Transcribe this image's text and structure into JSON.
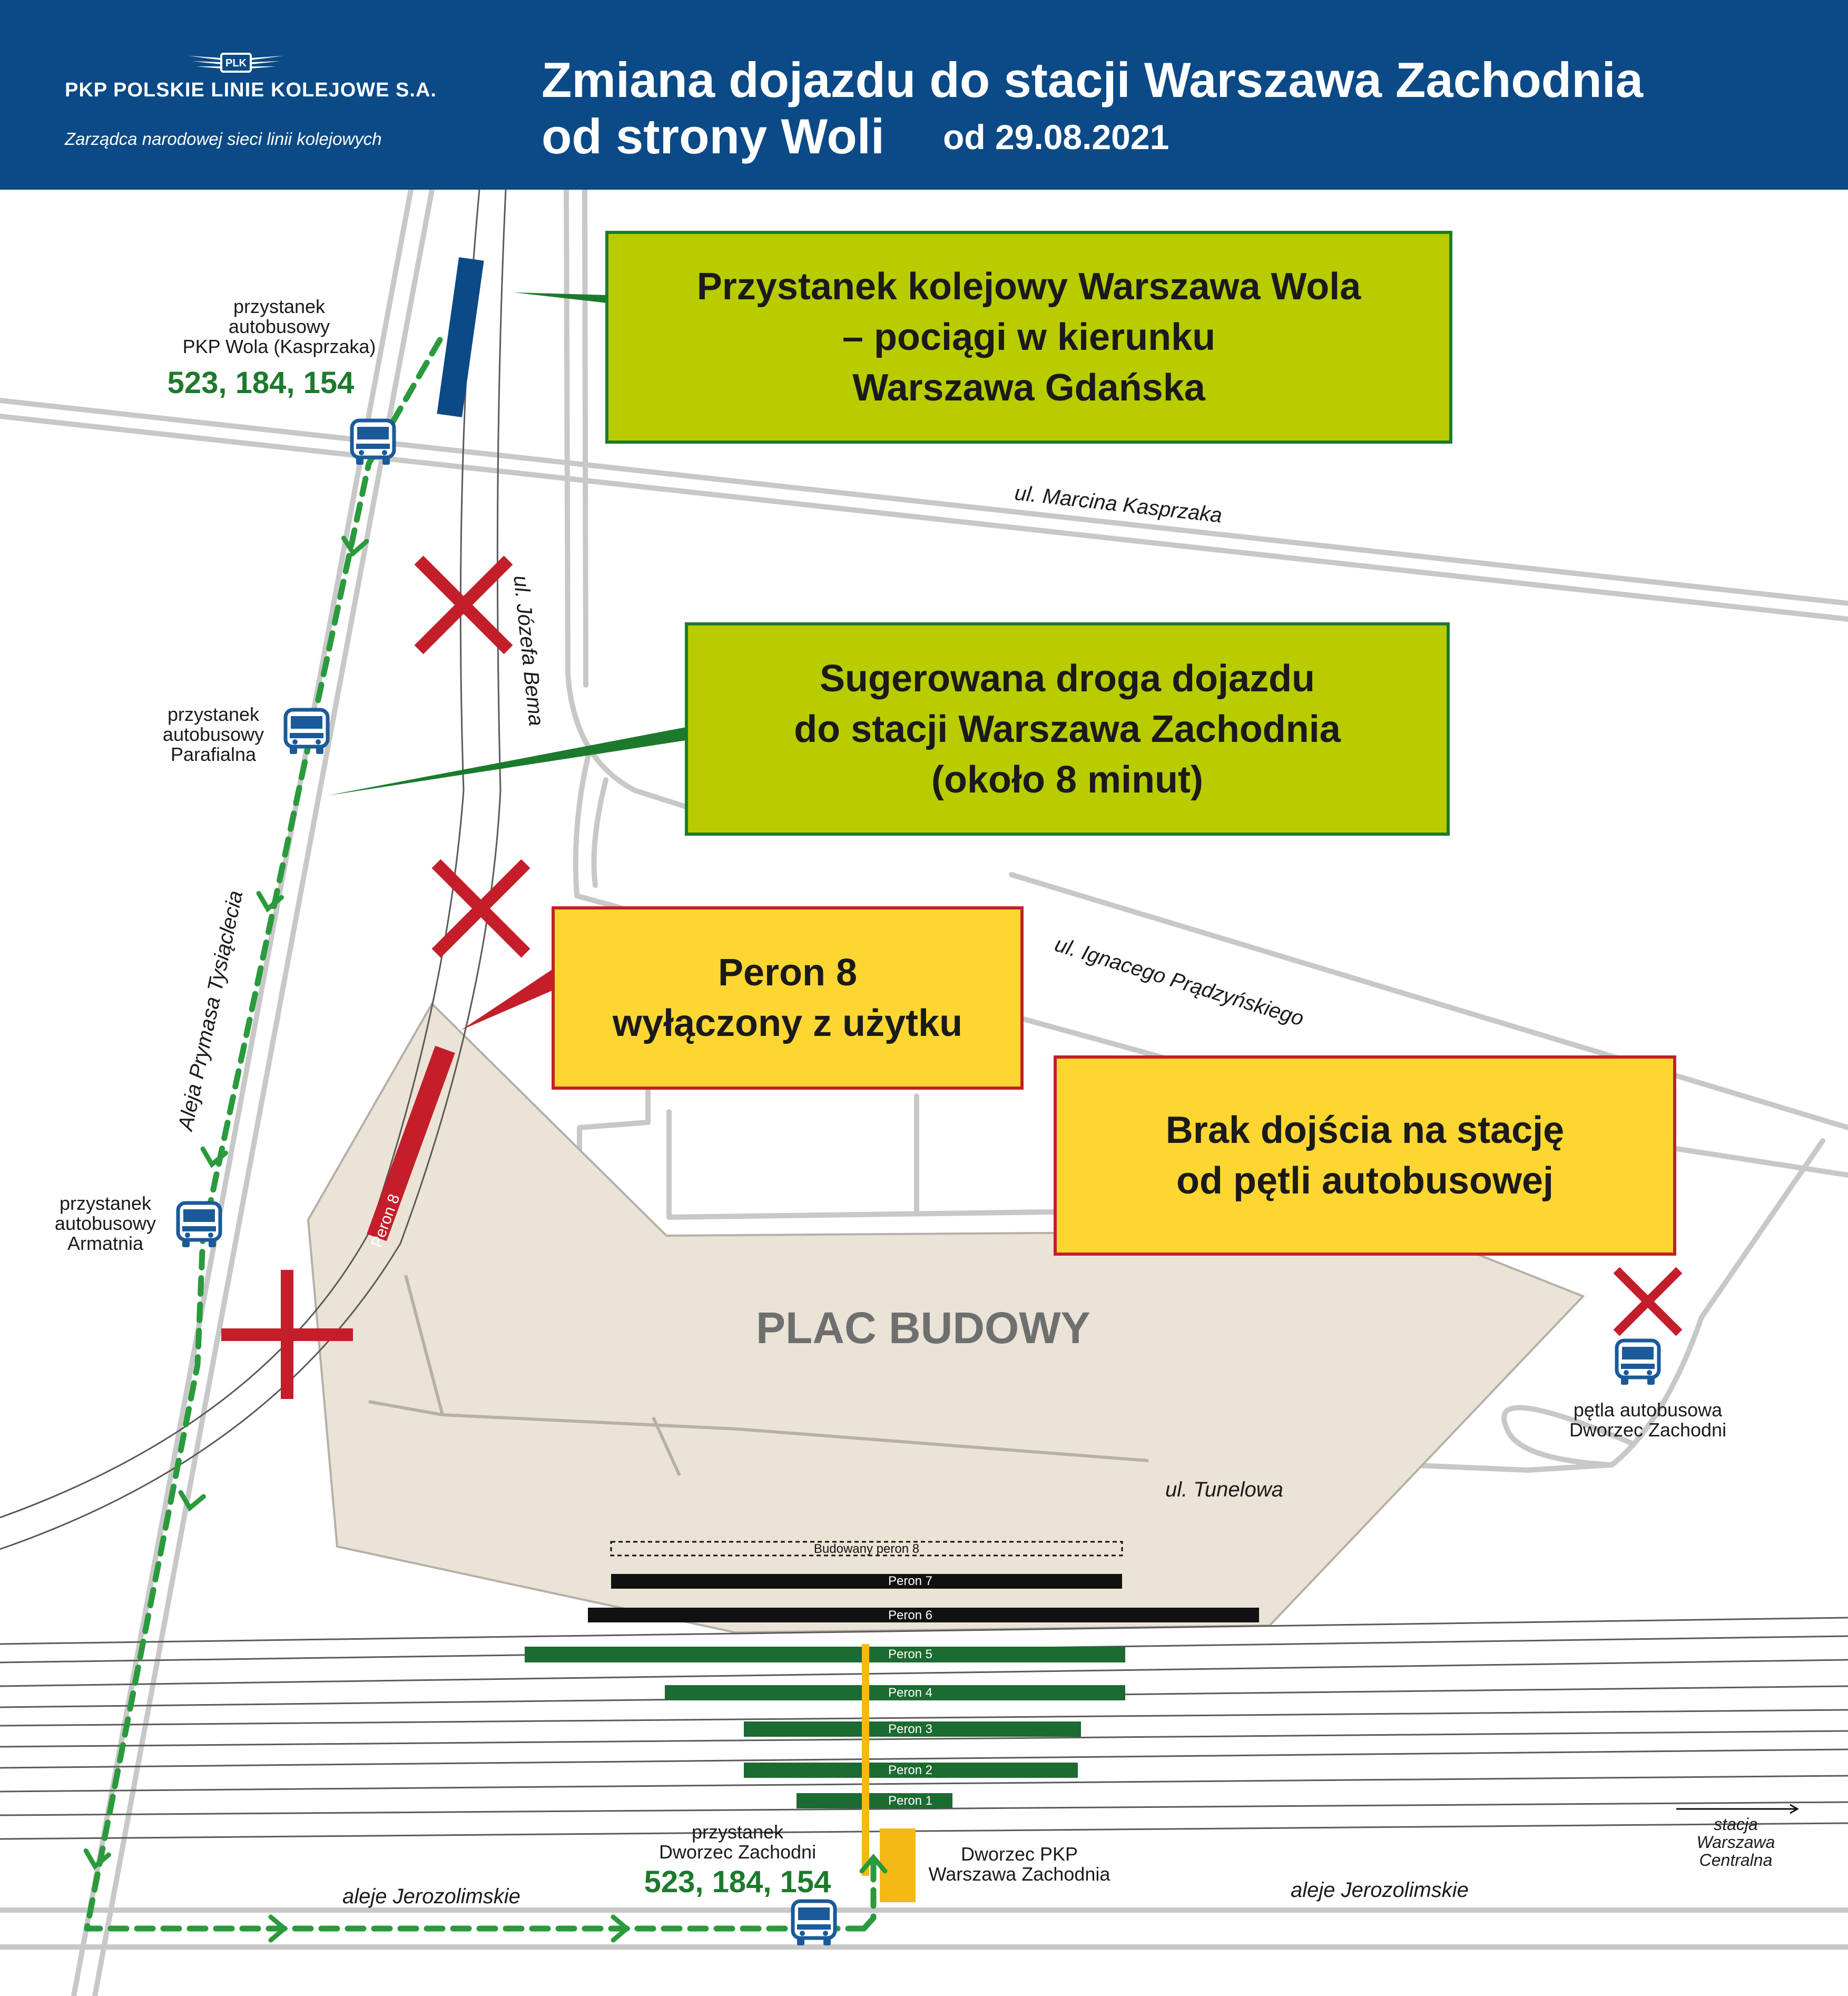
{
  "header": {
    "company": "PKP POLSKIE LINIE KOLEJOWE S.A.",
    "tagline": "Zarządca narodowej sieci linii kolejowych",
    "logo_text": "PLK",
    "title_line1": "Zmiana dojazdu do stacji Warszawa Zachodnia",
    "title_line2": "od strony Woli",
    "date": "od 29.08.2021"
  },
  "boxes": {
    "wola": [
      "Przystanek kolejowy Warszawa Wola",
      "– pociągi w kierunku",
      "Warszawa Gdańska"
    ],
    "route": [
      "Sugerowana droga dojazdu",
      "do stacji Warszawa Zachodnia",
      "(około 8 minut)"
    ],
    "peron8": [
      "Peron 8",
      "wyłączony z użytku"
    ],
    "no_path": [
      "Brak dojścia na stację",
      "od pętli autobusowej"
    ]
  },
  "stops": {
    "wola": {
      "label": [
        "przystanek",
        "autobusowy",
        "PKP Wola (Kasprzaka)"
      ],
      "lines": "523, 184, 154"
    },
    "parafialna": {
      "label": [
        "przystanek",
        "autobusowy",
        "Parafialna"
      ]
    },
    "armatnia": {
      "label": [
        "przystanek",
        "autobusowy",
        "Armatnia"
      ]
    },
    "loop": {
      "label": [
        "pętla autobusowa",
        "Dworzec Zachodni"
      ]
    },
    "dworzec": {
      "label": [
        "przystanek",
        "Dworzec Zachodni"
      ],
      "lines": "523, 184, 154"
    }
  },
  "streets": {
    "kasprzaka": "ul. Marcina Kasprzaka",
    "bema": "ul. Józefa Bema",
    "pradzynskiego": "ul. Ignacego Prądzyńskiego",
    "tysiaclecia": "Aleja Prymasa Tysiąclecia",
    "tunelowa": "ul. Tunelowa",
    "jerozolimskie_left": "aleje Jerozolimskie",
    "jerozolimskie_right": "aleje Jerozolimskie"
  },
  "areas": {
    "plac_budowy": "PLAC BUDOWY",
    "station_building": [
      "Dworzec PKP",
      "Warszawa Zachodnia"
    ],
    "central": [
      "stacja",
      "Warszawa",
      "Centralna"
    ]
  },
  "platforms": {
    "peron8_map": "Peron 8",
    "under_construction": "Budowany peron 8",
    "peron7": "Peron 7",
    "peron6": "Peron 6",
    "peron5": "Peron 5",
    "peron4": "Peron 4",
    "peron3": "Peron 3",
    "peron2": "Peron 2",
    "peron1": "Peron 1"
  },
  "colors": {
    "header_blue": "#0b4a86",
    "route_green": "#2a9a3c",
    "box_green": "#b8cc00",
    "box_yellow": "#fed632",
    "alert_red": "#c41e2b",
    "construction": "#ebe3d6",
    "station_orange": "#f4b915",
    "bus_blue": "#1b5a99"
  },
  "icons": [
    "bus-icon",
    "closed-x-icon",
    "route-arrow-icon",
    "plk-logo"
  ]
}
